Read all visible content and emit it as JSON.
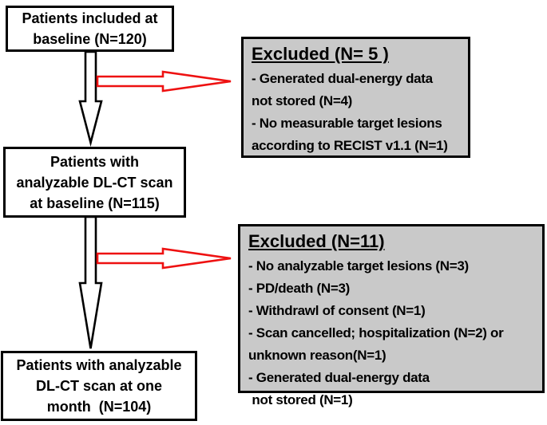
{
  "colors": {
    "arrow_red": "#ee1111",
    "line_black": "#000000",
    "excluded_bg": "#c9c9c9"
  },
  "flow_boxes": {
    "baseline": {
      "lines": [
        "Patients included at",
        "baseline (N=120)"
      ]
    },
    "analyzable_baseline": {
      "lines": [
        "Patients with",
        "analyzable DL-CT scan",
        "at baseline (N=115)"
      ]
    },
    "one_month": {
      "lines": [
        "Patients with analyzable",
        "DL-CT scan at one",
        "month  (N=104)"
      ]
    }
  },
  "excluded_boxes": {
    "first": {
      "title": "Excluded (N= 5 )",
      "lines": [
        "- Generated dual-energy data",
        "not stored (N=4)",
        "- No measurable target lesions",
        "according to RECIST v1.1 (N=1)"
      ]
    },
    "second": {
      "title": "Excluded (N=11)",
      "lines": [
        "- No analyzable target lesions (N=3)",
        "- PD/death (N=3)",
        "- Withdrawl of consent (N=1)",
        "- Scan cancelled; hospitalization (N=2) or",
        "unknown reason(N=1)",
        "- Generated dual-energy data",
        " not stored (N=1)"
      ]
    }
  }
}
